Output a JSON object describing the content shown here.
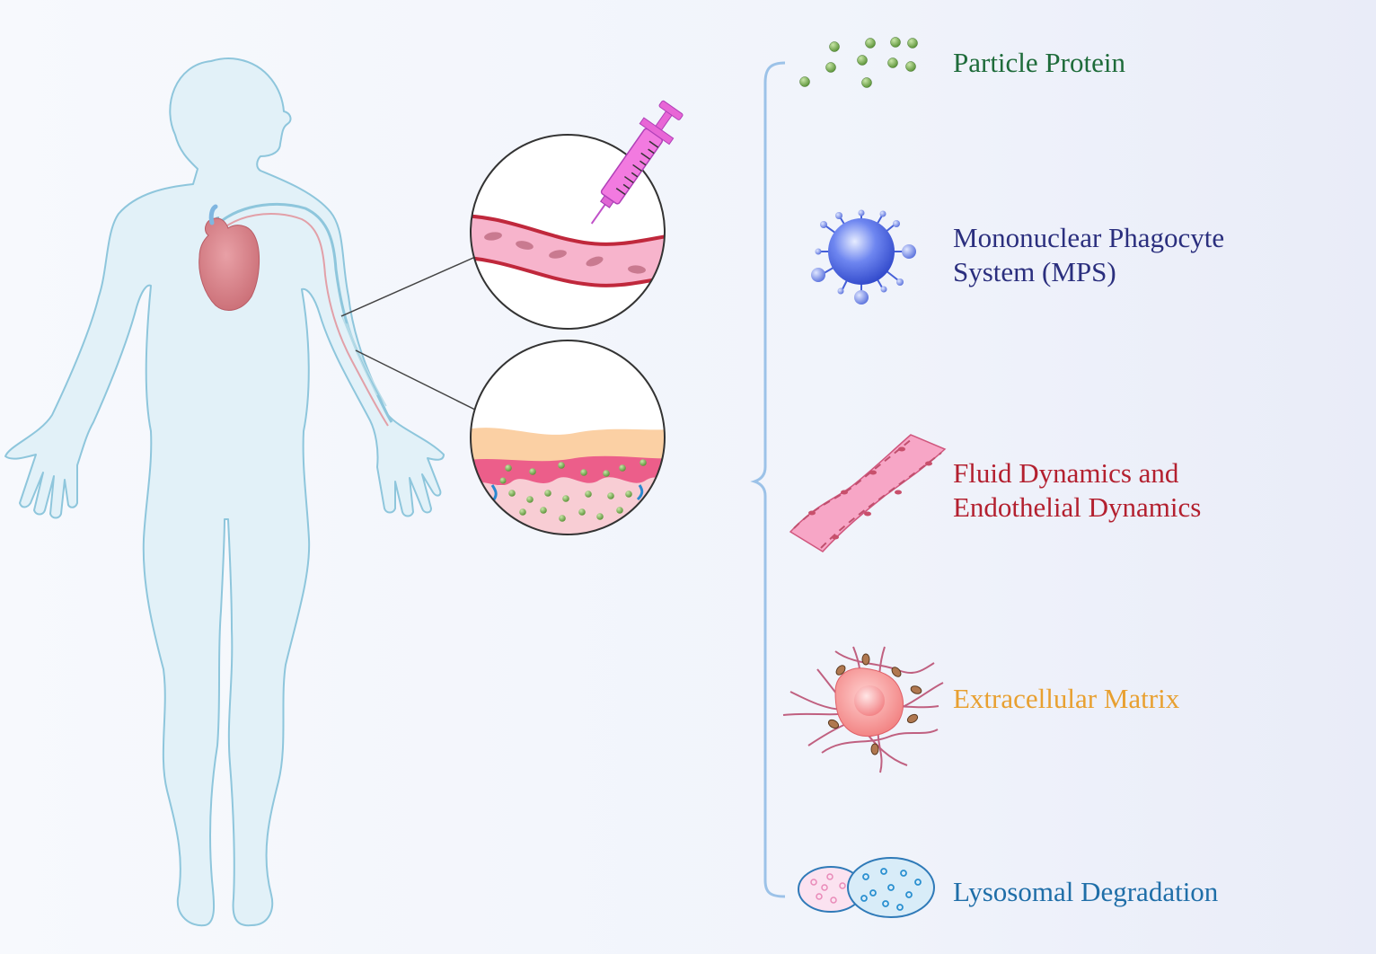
{
  "labels": {
    "particle_protein": "Particle Protein",
    "mps_line1": "Mononuclear Phagocyte",
    "mps_line2": "System (MPS)",
    "fluid_line1": "Fluid Dynamics and",
    "fluid_line2": "Endothelial Dynamics",
    "ecm": "Extracellular Matrix",
    "lysosomal": "Lysosomal Degradation"
  },
  "colors": {
    "particle_protein": "#1e6b3a",
    "mps": "#2b2f7e",
    "fluid": "#b3202f",
    "ecm": "#e8a030",
    "lysosomal": "#1f6ea8",
    "body_outline": "#8ec6dc",
    "body_fill": "#e2f1f8",
    "bracket": "#9cc2e8"
  },
  "icons": [
    "human-body-icon",
    "heart-icon",
    "syringe-icon",
    "blood-vessel-icon",
    "tissue-cross-section-icon",
    "protein-particles-icon",
    "phagocyte-cell-icon",
    "endothelial-vessel-icon",
    "extracellular-matrix-icon",
    "lysosome-icon"
  ]
}
